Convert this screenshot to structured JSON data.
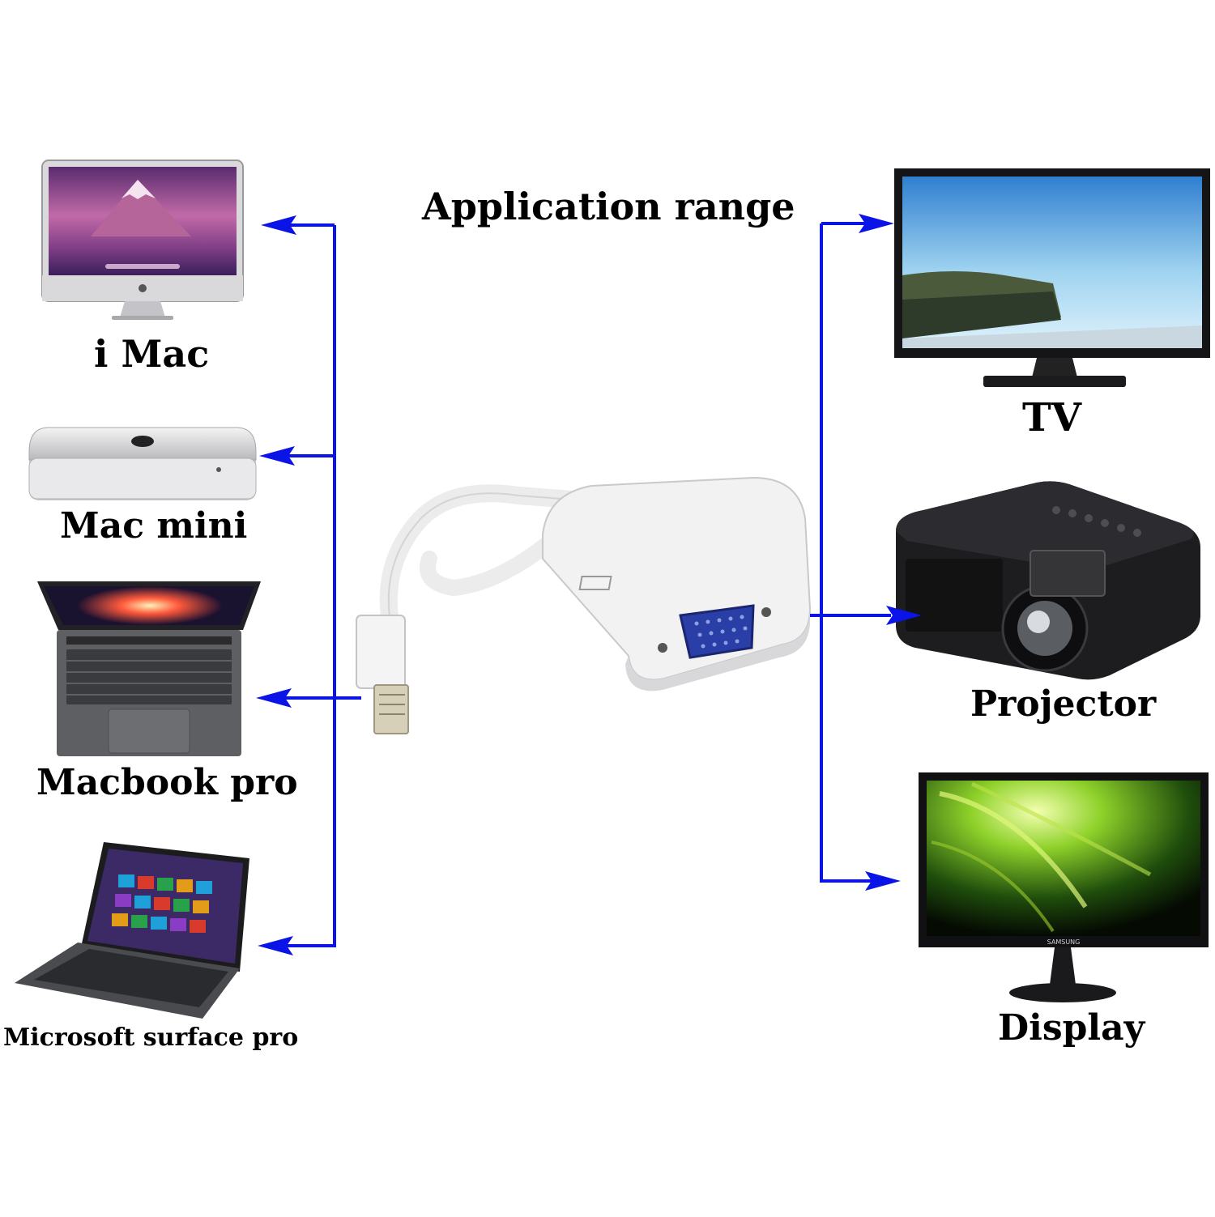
{
  "title": "Application range",
  "sources": [
    {
      "label": "i Mac",
      "icon": "imac-icon"
    },
    {
      "label": "Mac mini",
      "icon": "mac-mini-icon"
    },
    {
      "label": "Macbook pro",
      "icon": "macbook-pro-icon"
    },
    {
      "label": "Microsoft surface pro",
      "icon": "surface-pro-icon"
    }
  ],
  "targets": [
    {
      "label": "TV",
      "icon": "tv-icon"
    },
    {
      "label": "Projector",
      "icon": "projector-icon"
    },
    {
      "label": "Display",
      "icon": "display-icon",
      "brand": "SAMSUNG"
    }
  ],
  "adapter": {
    "icon": "mini-displayport-to-vga-adapter-icon"
  },
  "colors": {
    "arrow": "#0a14e6",
    "vga_port": "#2a3ea8"
  }
}
